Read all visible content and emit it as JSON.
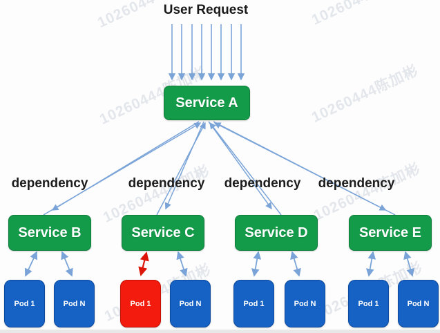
{
  "header": {
    "title": "User Request"
  },
  "watermark": {
    "text": "10260444陈加彬",
    "color": "#e3e7ec"
  },
  "labels": {
    "dependency": "dependency"
  },
  "root_service": {
    "label": "Service A"
  },
  "services": [
    {
      "label": "Service B",
      "pods": [
        {
          "label": "Pod 1",
          "status": "normal"
        },
        {
          "label": "Pod N",
          "status": "normal"
        }
      ]
    },
    {
      "label": "Service C",
      "pods": [
        {
          "label": "Pod 1",
          "status": "failing"
        },
        {
          "label": "Pod N",
          "status": "normal"
        }
      ]
    },
    {
      "label": "Service D",
      "pods": [
        {
          "label": "Pod 1",
          "status": "normal"
        },
        {
          "label": "Pod N",
          "status": "normal"
        }
      ]
    },
    {
      "label": "Service E",
      "pods": [
        {
          "label": "Pod 1",
          "status": "normal"
        },
        {
          "label": "Pod N",
          "status": "normal"
        }
      ]
    }
  ],
  "colors": {
    "service_green": "#149b4a",
    "pod_blue": "#1561c4",
    "pod_alert_red": "#f21b0d",
    "arrow_blue": "#7aa4d8",
    "arrow_red": "#dd1507",
    "text_dark": "#1c1c1c",
    "watermark_gray": "#e3e7ec"
  }
}
